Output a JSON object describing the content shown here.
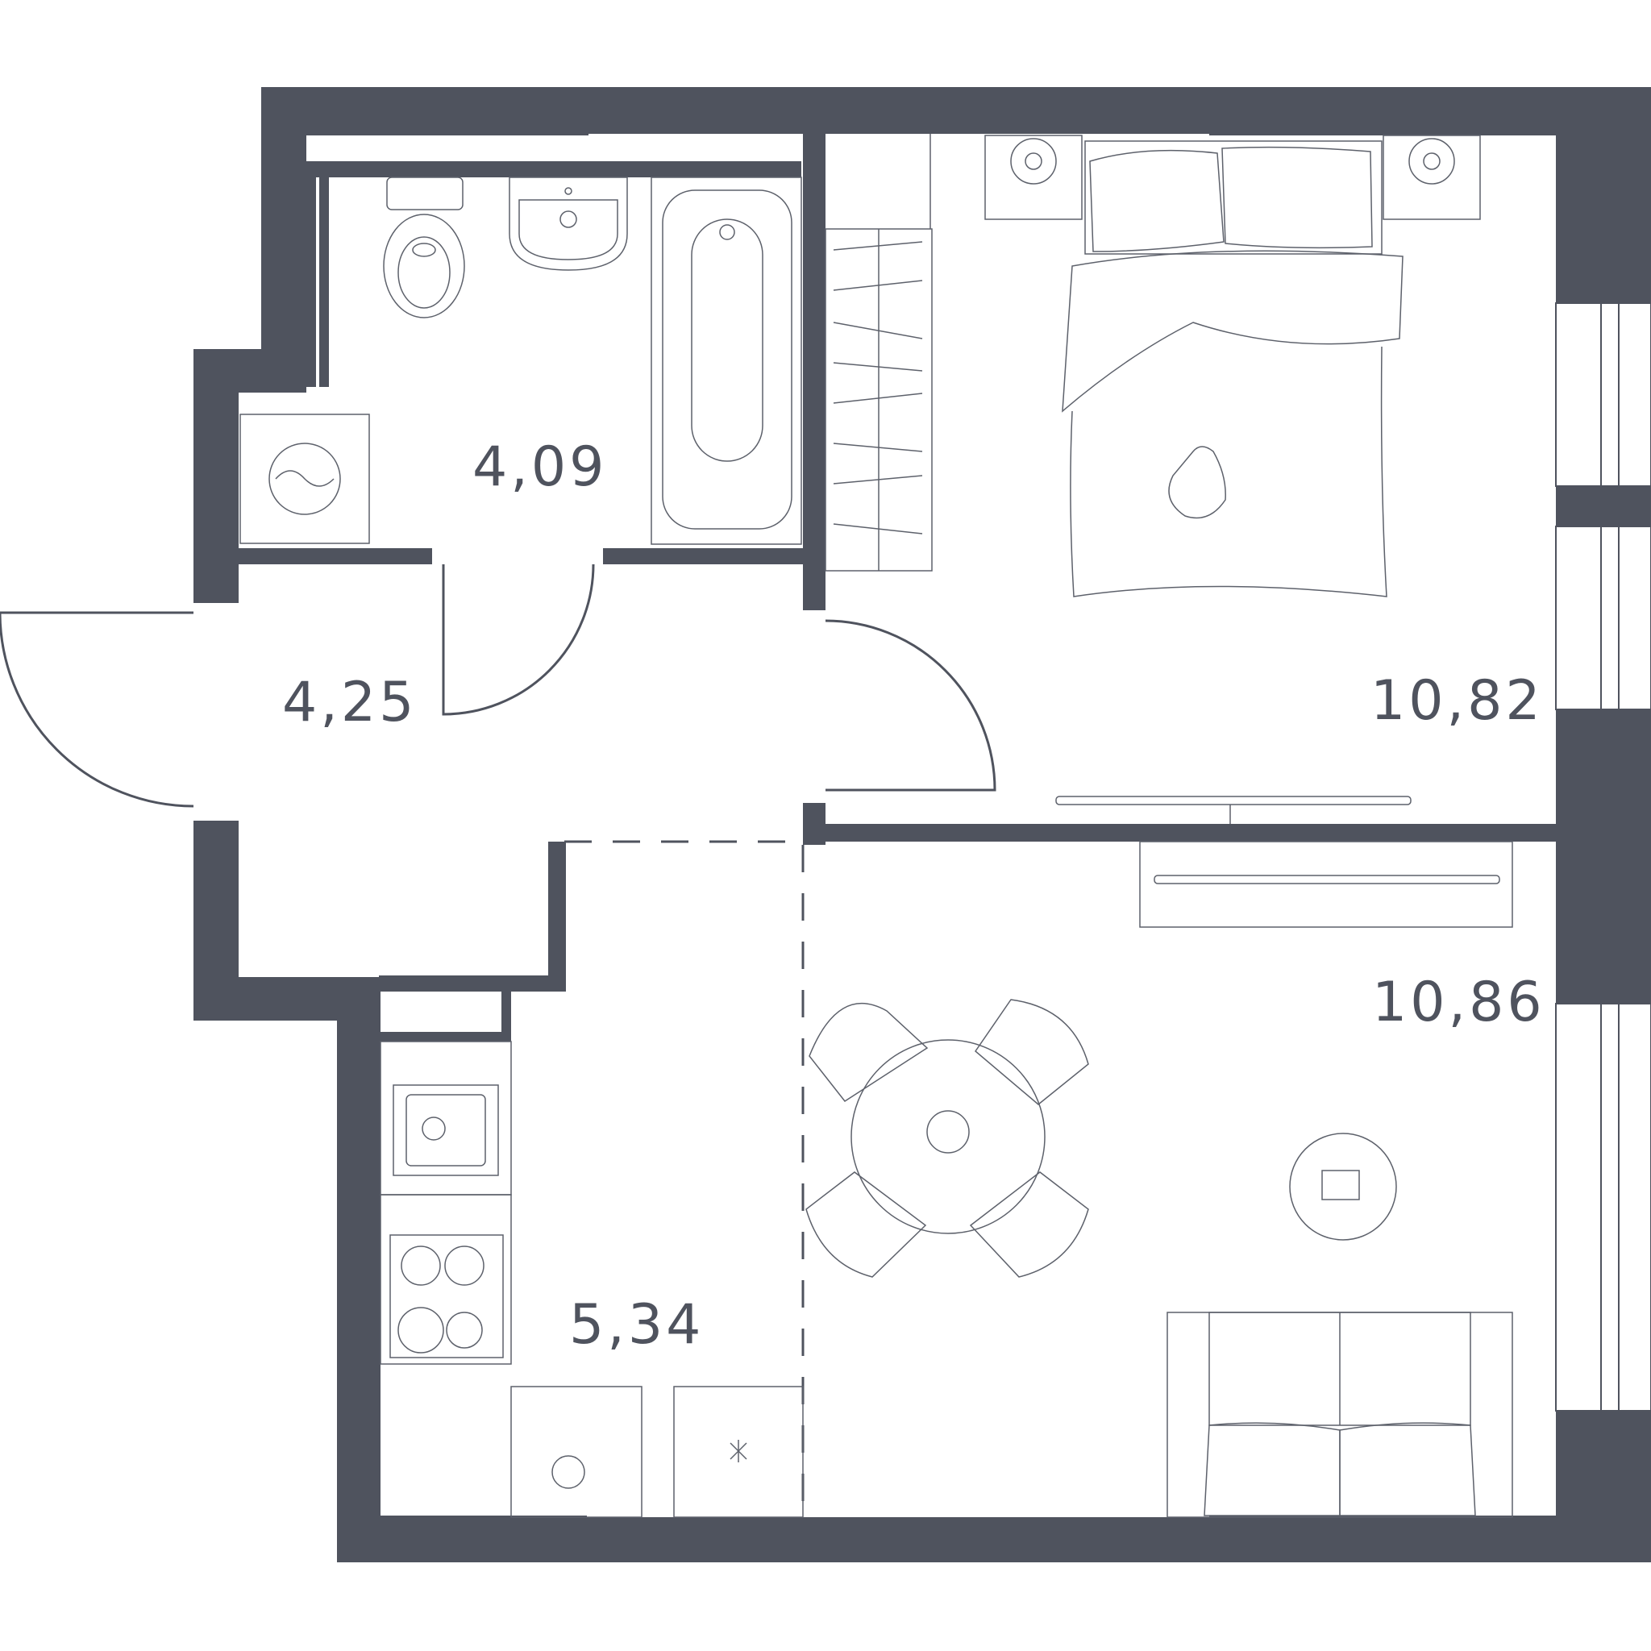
{
  "rooms": [
    {
      "id": "bathroom",
      "area": "4,09"
    },
    {
      "id": "hall",
      "area": "4,25"
    },
    {
      "id": "bedroom",
      "area": "10,82"
    },
    {
      "id": "living",
      "area": "10,86"
    },
    {
      "id": "kitchen",
      "area": "5,34"
    }
  ],
  "colors": {
    "wall": "#4f535e",
    "furniture_line": "#5d616b",
    "background": "#ffffff"
  },
  "icons": [
    "toilet-icon",
    "sink-icon",
    "bathtub-icon",
    "washing-machine-icon",
    "bed-icon",
    "cat-icon",
    "nightstand-lamp-icon",
    "wardrobe-icon",
    "tv-icon",
    "dining-table-icon",
    "chair-icon",
    "kitchen-sink-icon",
    "cooktop-icon",
    "dishwasher-icon",
    "fridge-icon",
    "sofa-icon",
    "coffee-table-icon"
  ]
}
